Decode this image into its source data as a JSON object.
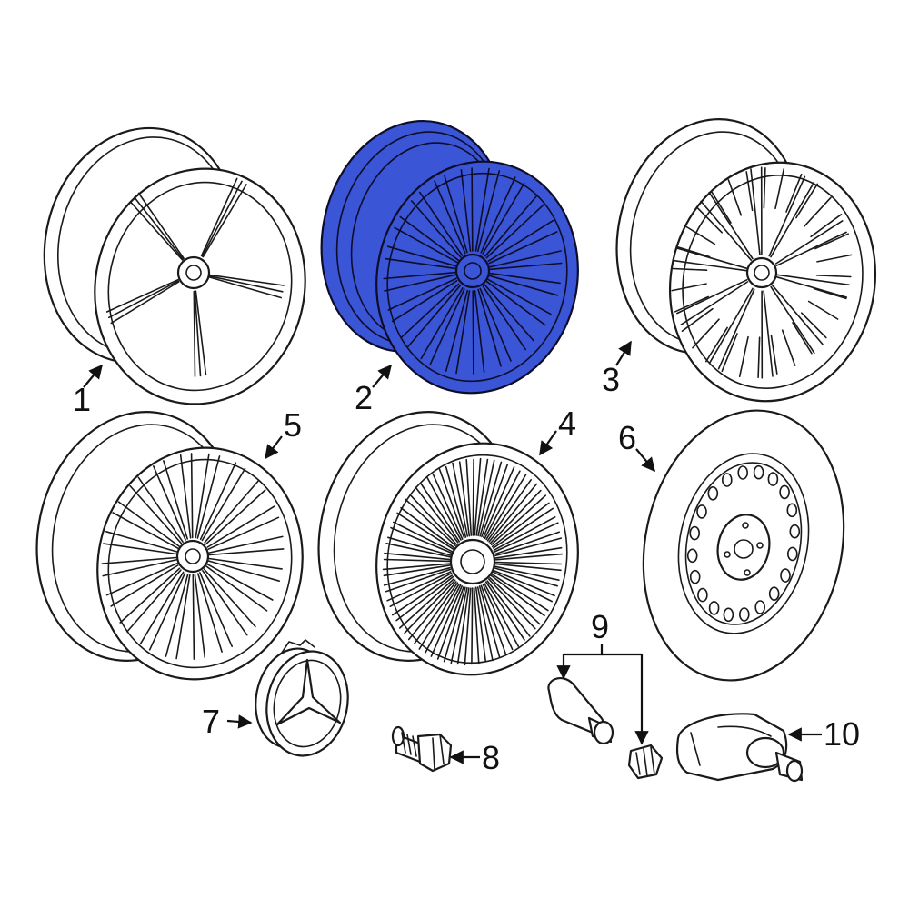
{
  "diagram": {
    "highlight_color": "#3a55d6",
    "callouts": [
      {
        "id": "1",
        "label": "1"
      },
      {
        "id": "2",
        "label": "2"
      },
      {
        "id": "3",
        "label": "3"
      },
      {
        "id": "4",
        "label": "4"
      },
      {
        "id": "5",
        "label": "5"
      },
      {
        "id": "6",
        "label": "6"
      },
      {
        "id": "7",
        "label": "7"
      },
      {
        "id": "8",
        "label": "8"
      },
      {
        "id": "9",
        "label": "9"
      },
      {
        "id": "10",
        "label": "10"
      }
    ],
    "highlighted_part": "2"
  }
}
